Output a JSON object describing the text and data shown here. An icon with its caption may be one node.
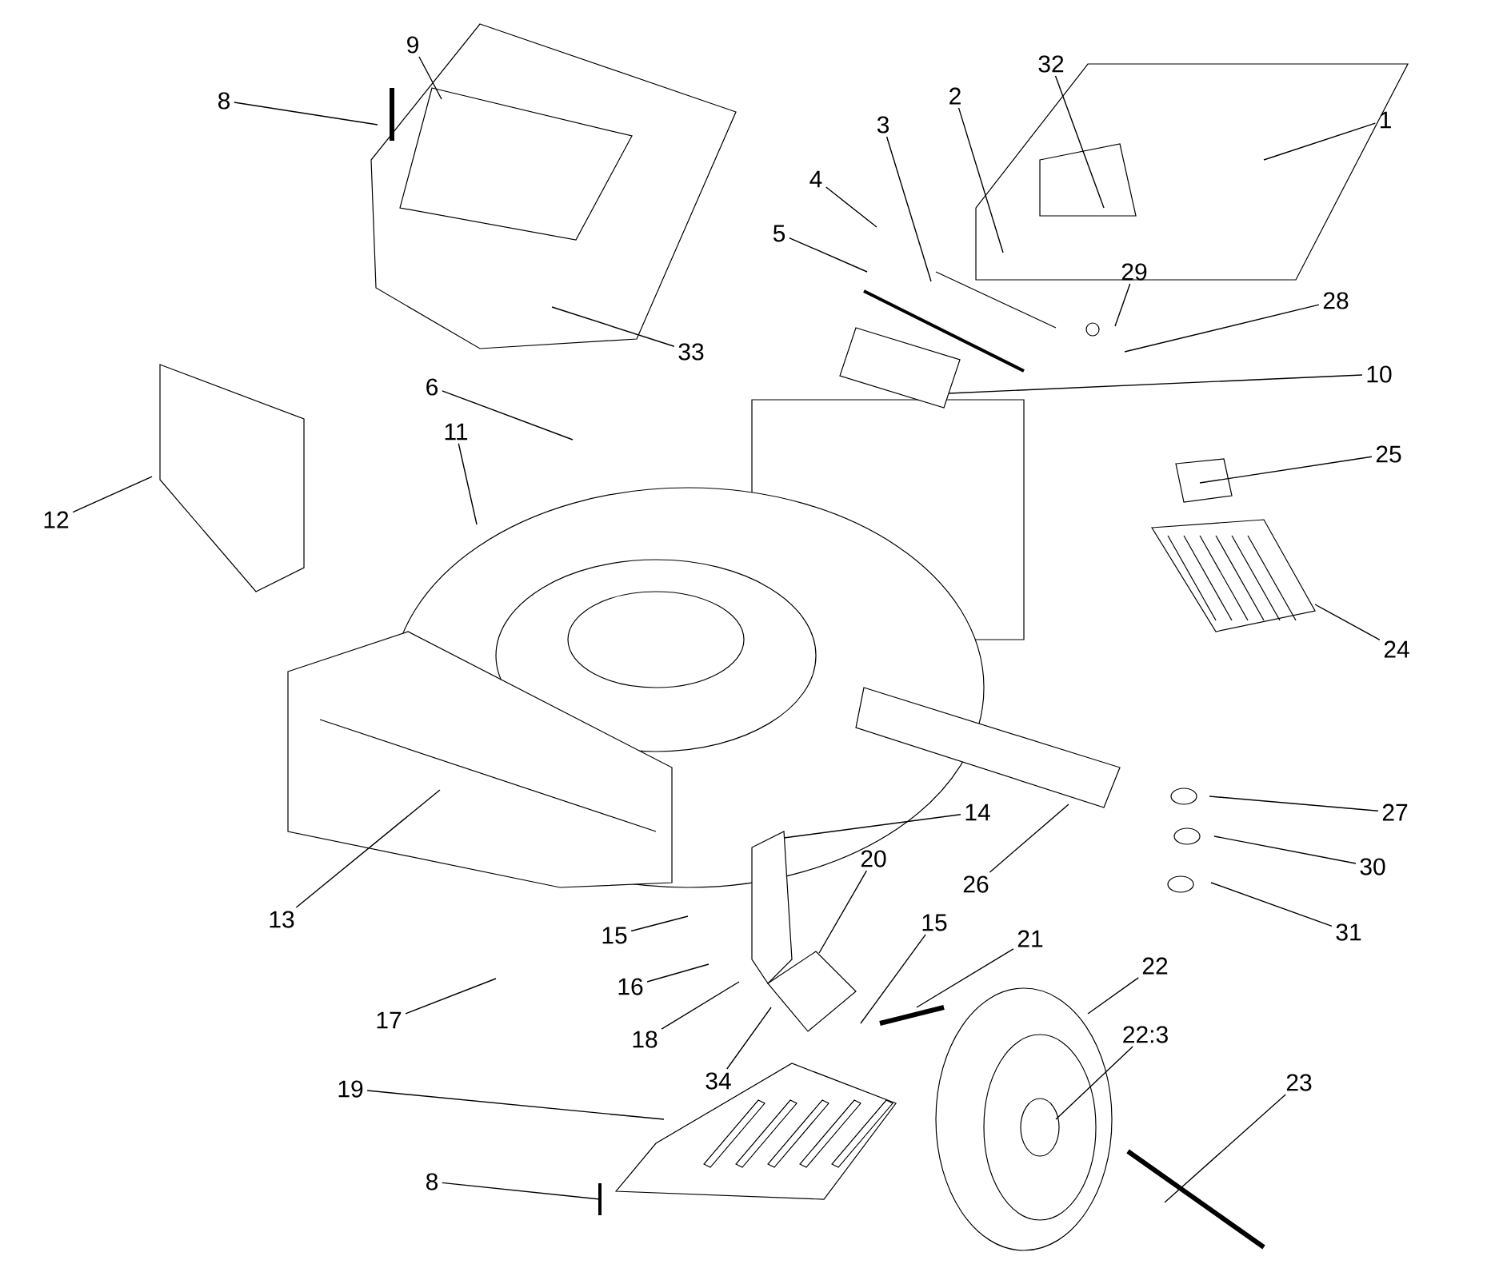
{
  "diagram": {
    "nodes": [
      {
        "text": [
          "9"
        ]
      },
      {
        "text": [
          "32"
        ]
      },
      {
        "text": [
          "2"
        ]
      },
      {
        "text": [
          "8"
        ]
      },
      {
        "text": [
          "1"
        ]
      },
      {
        "text": [
          "3"
        ]
      },
      {
        "text": [
          "4"
        ]
      },
      {
        "text": [
          "5"
        ]
      },
      {
        "text": [
          "29"
        ]
      },
      {
        "text": [
          "28"
        ]
      },
      {
        "text": [
          "33"
        ]
      },
      {
        "text": [
          "10"
        ]
      },
      {
        "text": [
          "6"
        ]
      },
      {
        "text": [
          "11"
        ]
      },
      {
        "text": [
          "25"
        ]
      },
      {
        "text": [
          "12"
        ]
      },
      {
        "text": [
          "24"
        ]
      },
      {
        "text": [
          "14"
        ]
      },
      {
        "text": [
          "27"
        ]
      },
      {
        "text": [
          "20"
        ]
      },
      {
        "text": [
          "30"
        ]
      },
      {
        "text": [
          "26"
        ]
      },
      {
        "text": [
          "13"
        ]
      },
      {
        "text": [
          "15"
        ]
      },
      {
        "text": [
          "21"
        ]
      },
      {
        "text": [
          "31"
        ]
      },
      {
        "text": [
          "15"
        ]
      },
      {
        "text": [
          "22"
        ]
      },
      {
        "text": [
          "16"
        ]
      },
      {
        "text": [
          "17"
        ]
      },
      {
        "text": [
          "22:3"
        ]
      },
      {
        "text": [
          "18"
        ]
      },
      {
        "text": [
          "34"
        ]
      },
      {
        "text": [
          "23"
        ]
      },
      {
        "text": [
          "19"
        ]
      },
      {
        "text": [
          "8"
        ]
      }
    ],
    "edges": [
      {
        "from": 0,
        "to": null,
        "arrow": "none"
      },
      {
        "from": 1,
        "to": null,
        "arrow": "none"
      },
      {
        "from": 2,
        "to": null,
        "arrow": "none"
      },
      {
        "from": 3,
        "to": null,
        "arrow": "none"
      },
      {
        "from": 4,
        "to": null,
        "arrow": "none"
      },
      {
        "from": 5,
        "to": null,
        "arrow": "none"
      },
      {
        "from": 6,
        "to": null,
        "arrow": "none"
      },
      {
        "from": 7,
        "to": null,
        "arrow": "none"
      },
      {
        "from": 8,
        "to": null,
        "arrow": "none"
      },
      {
        "from": 9,
        "to": null,
        "arrow": "none"
      },
      {
        "from": 10,
        "to": null,
        "arrow": "none"
      },
      {
        "from": 11,
        "to": null,
        "arrow": "none"
      },
      {
        "from": 12,
        "to": null,
        "arrow": "none"
      },
      {
        "from": 13,
        "to": null,
        "arrow": "none"
      },
      {
        "from": 14,
        "to": null,
        "arrow": "none"
      },
      {
        "from": 15,
        "to": null,
        "arrow": "none"
      },
      {
        "from": 16,
        "to": null,
        "arrow": "none"
      },
      {
        "from": 17,
        "to": null,
        "arrow": "none"
      },
      {
        "from": 18,
        "to": null,
        "arrow": "none"
      },
      {
        "from": 19,
        "to": null,
        "arrow": "none"
      },
      {
        "from": 20,
        "to": null,
        "arrow": "none"
      },
      {
        "from": 21,
        "to": null,
        "arrow": "none"
      },
      {
        "from": 22,
        "to": null,
        "arrow": "none"
      },
      {
        "from": 23,
        "to": null,
        "arrow": "none"
      },
      {
        "from": 24,
        "to": null,
        "arrow": "none"
      },
      {
        "from": 25,
        "to": null,
        "arrow": "none"
      },
      {
        "from": 26,
        "to": null,
        "arrow": "none"
      },
      {
        "from": 27,
        "to": null,
        "arrow": "none"
      },
      {
        "from": 28,
        "to": null,
        "arrow": "none"
      },
      {
        "from": 29,
        "to": null,
        "arrow": "none"
      },
      {
        "from": 30,
        "to": null,
        "arrow": "none"
      },
      {
        "from": 31,
        "to": null,
        "arrow": "none"
      },
      {
        "from": 32,
        "to": null,
        "arrow": "none"
      },
      {
        "from": 33,
        "to": null,
        "arrow": "none"
      },
      {
        "from": 34,
        "to": null,
        "arrow": "none"
      },
      {
        "from": 35,
        "to": null,
        "arrow": "none"
      }
    ]
  }
}
